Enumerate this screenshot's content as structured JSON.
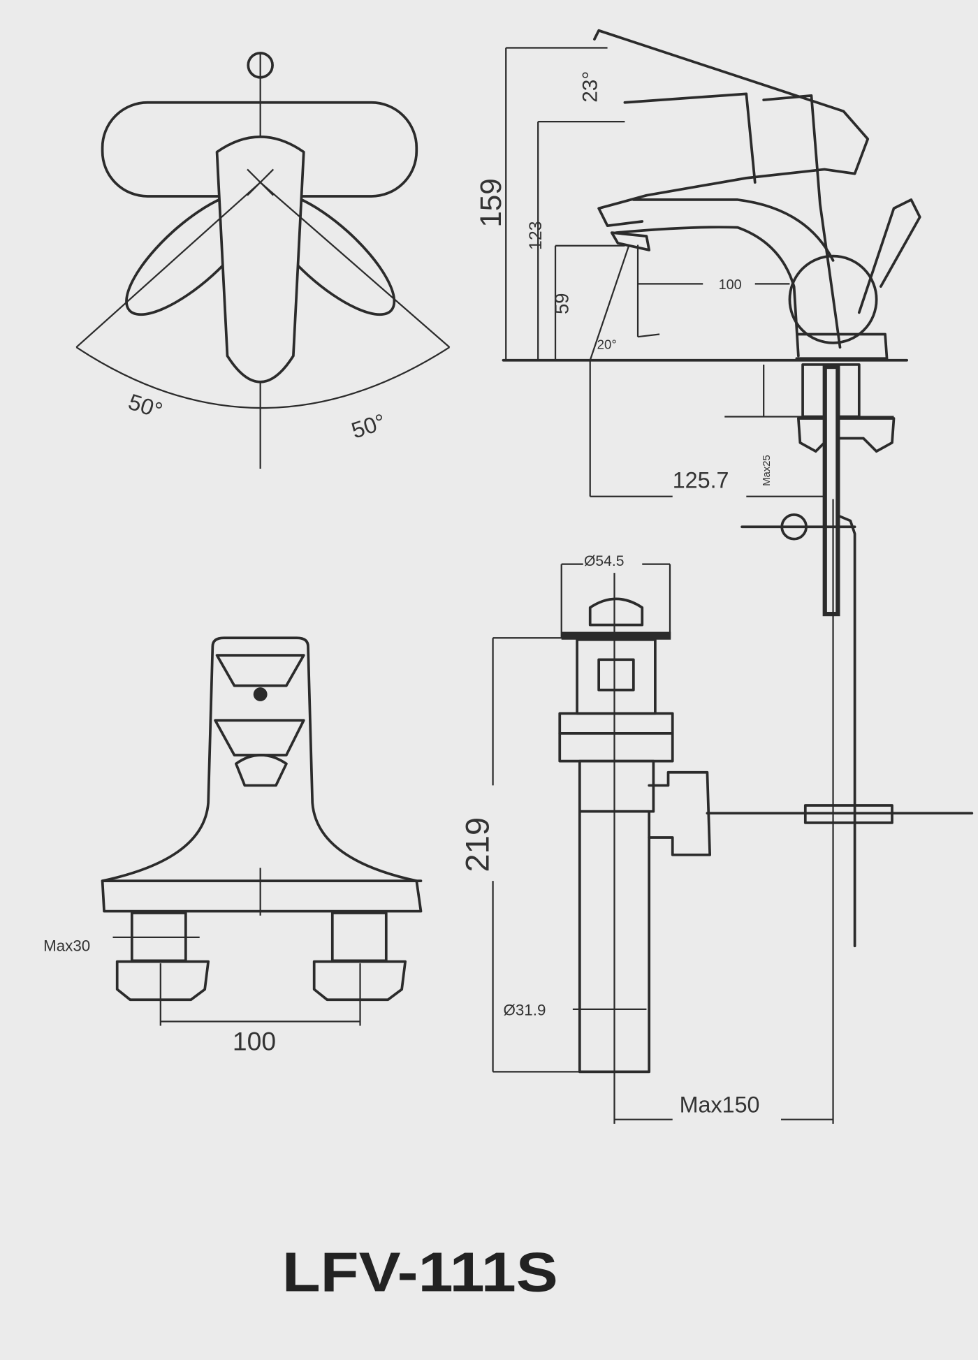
{
  "title": "LFV-111S",
  "top_view": {
    "angle_left": "50°",
    "angle_right": "50°"
  },
  "side_view": {
    "height_total": "159",
    "height_spout": "123",
    "height_outlet": "59",
    "handle_angle": "23°",
    "spout_reach": "100",
    "outlet_angle": "20°",
    "drain_offset": "125.7",
    "deck_thickness": "Max25"
  },
  "front_view": {
    "deck_thickness": "Max30",
    "center_spacing": "100"
  },
  "drain_view": {
    "flange_diameter": "Ø54.5",
    "drain_height": "219",
    "tube_diameter": "Ø31.9",
    "rod_distance": "Max150"
  }
}
